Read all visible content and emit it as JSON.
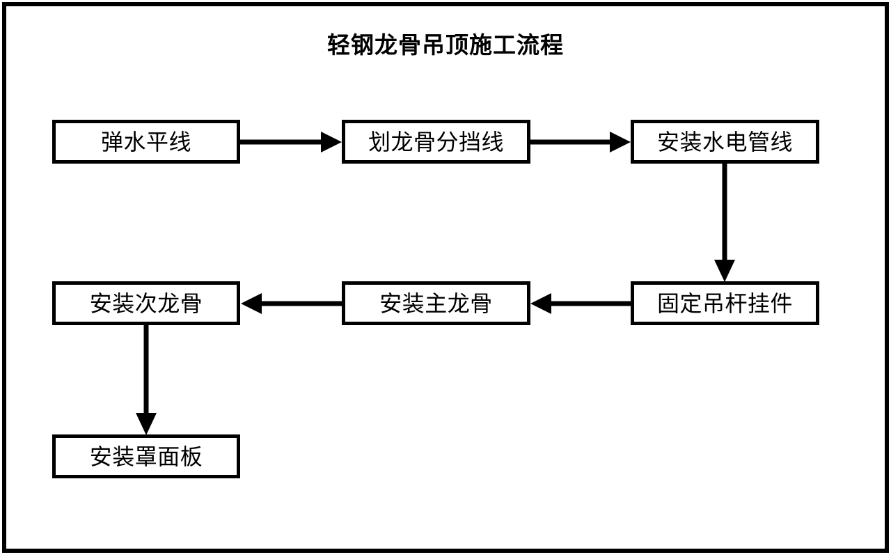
{
  "diagram": {
    "title": "轻钢龙骨吊顶施工流程",
    "type": "flowchart",
    "orientation": "serpentine",
    "colors": {
      "background": "#ffffff",
      "stroke": "#000000",
      "node_fill": "#ffffff",
      "text": "#000000"
    },
    "nodes": [
      {
        "id": "n1",
        "label": "弹水平线",
        "step": 1,
        "row": 1,
        "col": 1
      },
      {
        "id": "n2",
        "label": "划龙骨分挡线",
        "step": 2,
        "row": 1,
        "col": 2
      },
      {
        "id": "n3",
        "label": "安装水电管线",
        "step": 3,
        "row": 1,
        "col": 3
      },
      {
        "id": "n4",
        "label": "固定吊杆挂件",
        "step": 4,
        "row": 2,
        "col": 3
      },
      {
        "id": "n5",
        "label": "安装主龙骨",
        "step": 5,
        "row": 2,
        "col": 2
      },
      {
        "id": "n6",
        "label": "安装次龙骨",
        "step": 6,
        "row": 2,
        "col": 1
      },
      {
        "id": "n7",
        "label": "安装罩面板",
        "step": 7,
        "row": 3,
        "col": 1
      }
    ],
    "edges": [
      {
        "from": "n1",
        "to": "n2",
        "direction": "right"
      },
      {
        "from": "n2",
        "to": "n3",
        "direction": "right"
      },
      {
        "from": "n3",
        "to": "n4",
        "direction": "down"
      },
      {
        "from": "n4",
        "to": "n5",
        "direction": "left"
      },
      {
        "from": "n5",
        "to": "n6",
        "direction": "left"
      },
      {
        "from": "n6",
        "to": "n7",
        "direction": "down"
      }
    ]
  }
}
